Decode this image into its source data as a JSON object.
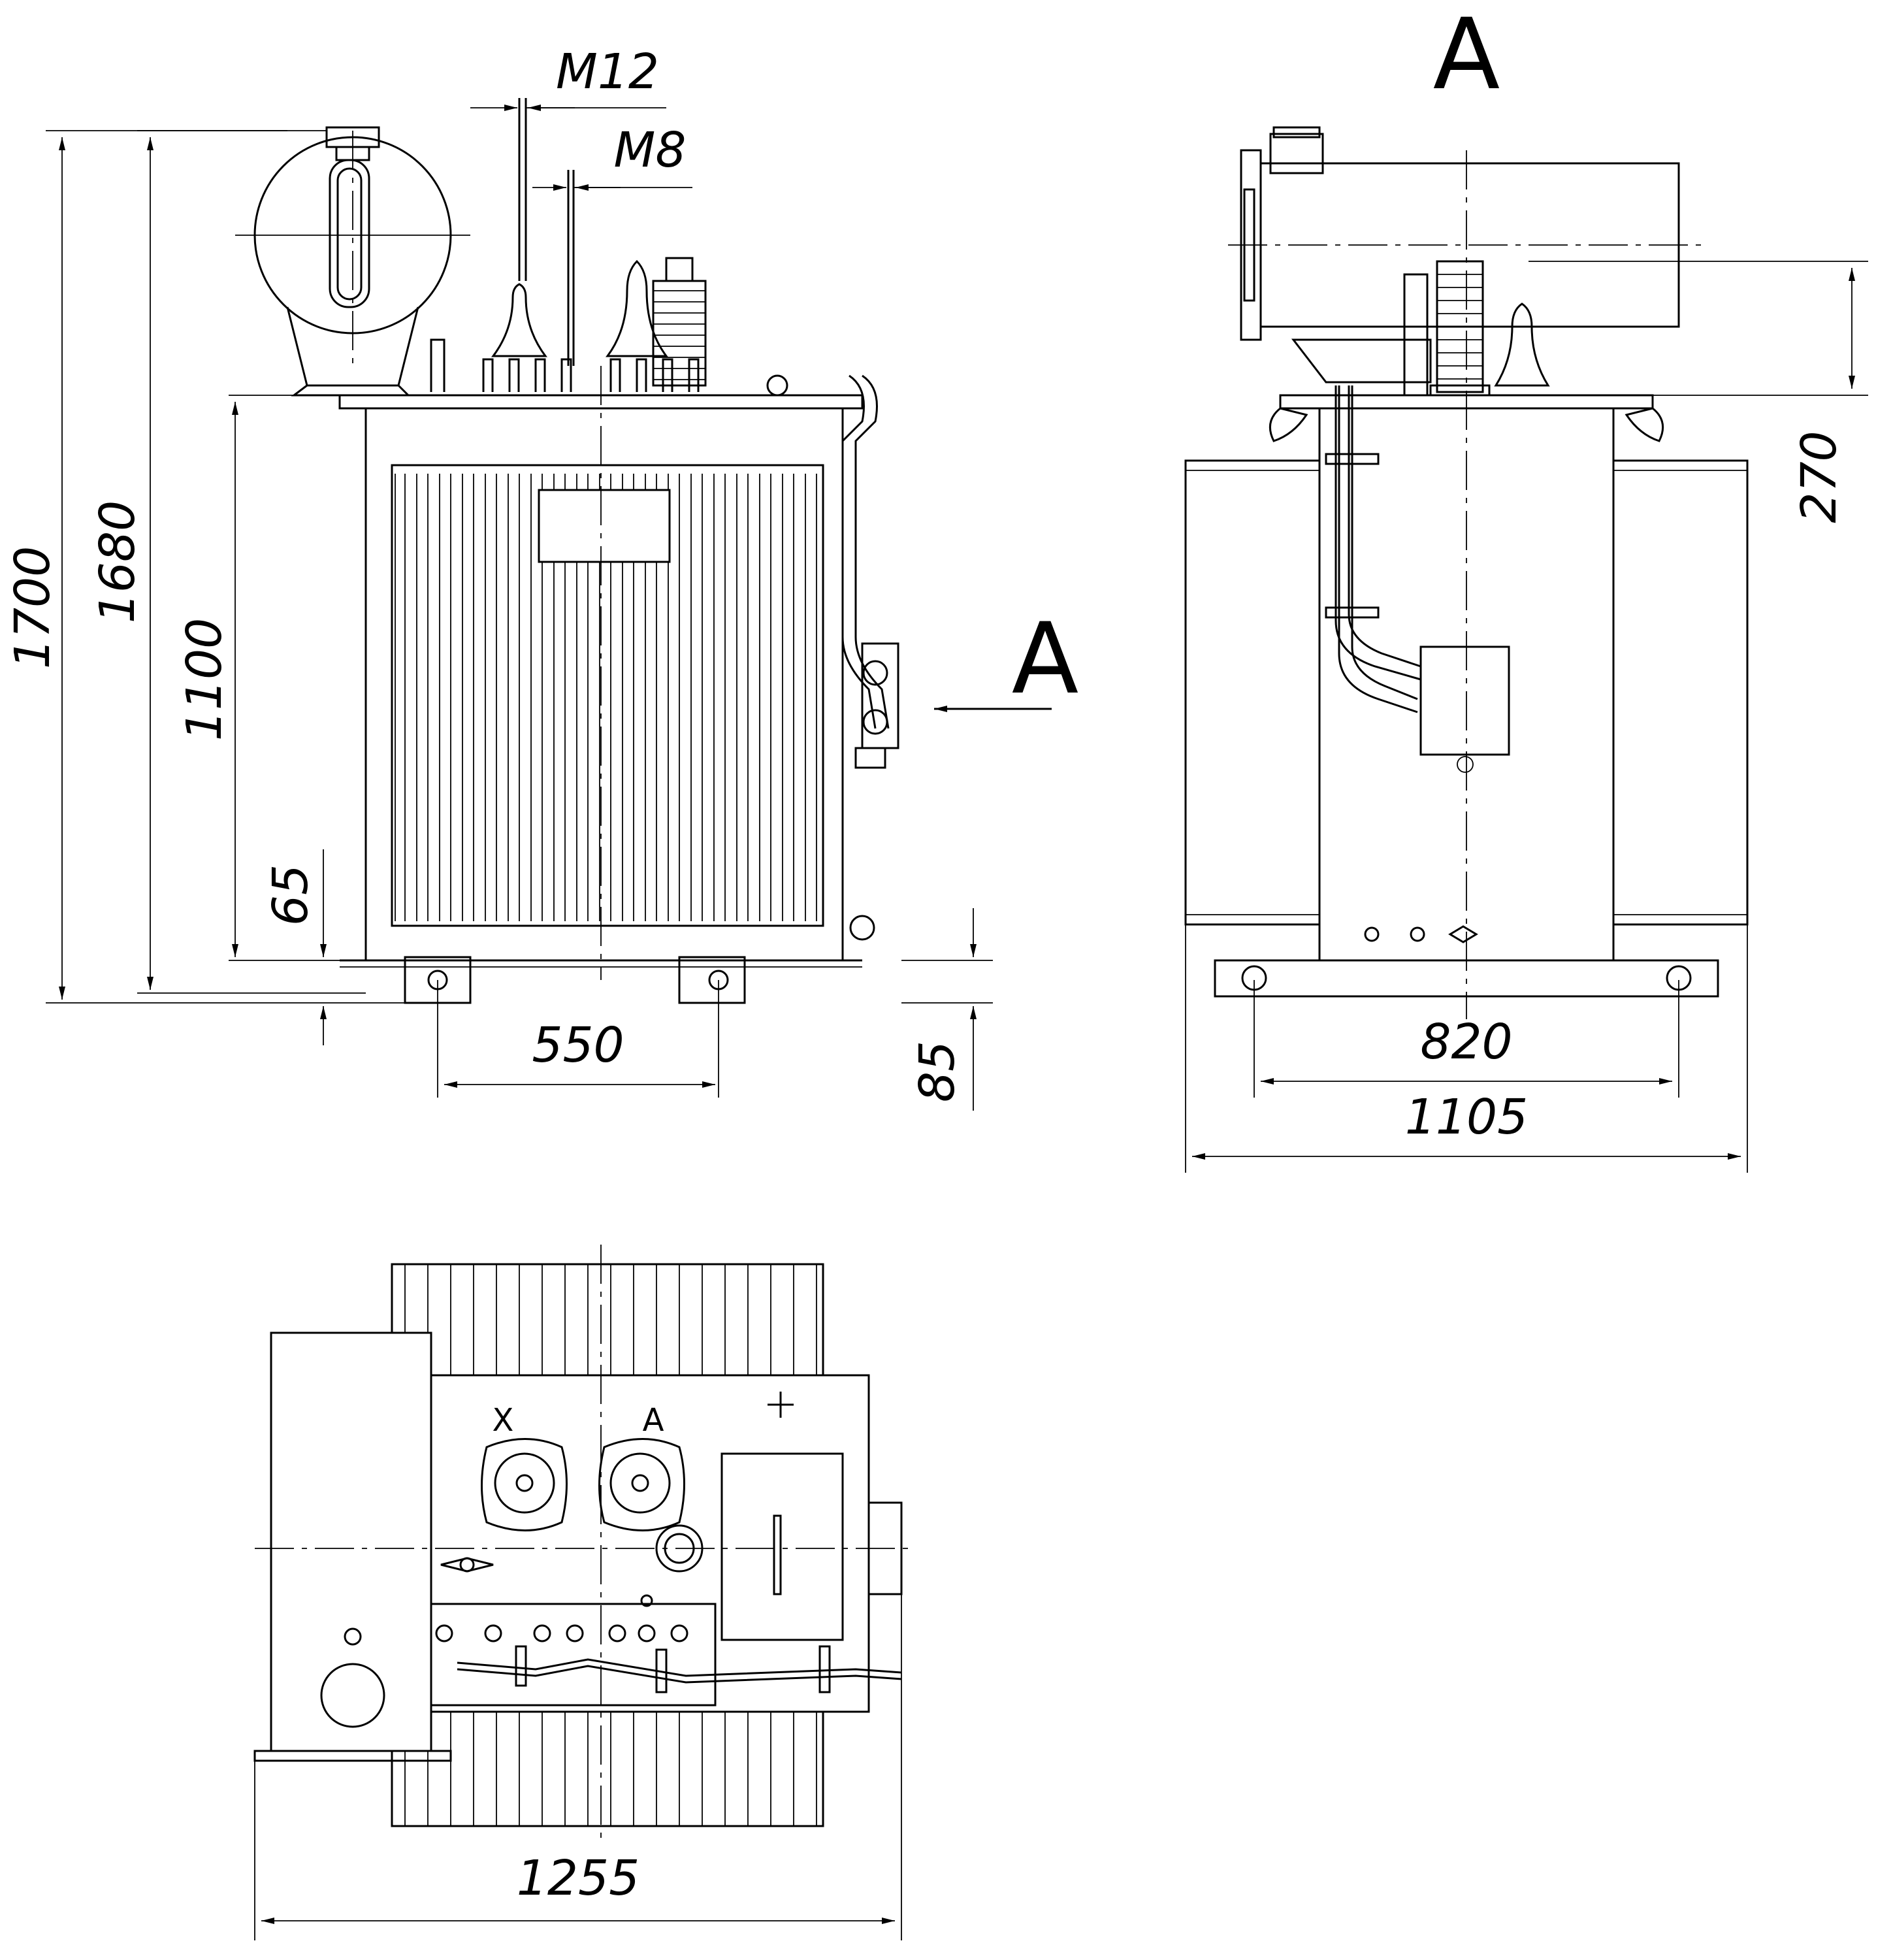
{
  "dimensions": {
    "front_height_total": "1700",
    "front_height_1680": "1680",
    "front_height_tank": "1100",
    "front_bottom_65": "65",
    "front_wheel_base": "550",
    "front_offset_85": "85",
    "thread_m12": "M12",
    "thread_m8": "M8",
    "side_270": "270",
    "side_wheel_base": "820",
    "side_width": "1105",
    "top_length": "1255"
  },
  "view_labels": {
    "view_a_arrow": "A",
    "view_a_title": "A"
  },
  "terminals": {
    "x_label": "X",
    "a_label": "A"
  }
}
